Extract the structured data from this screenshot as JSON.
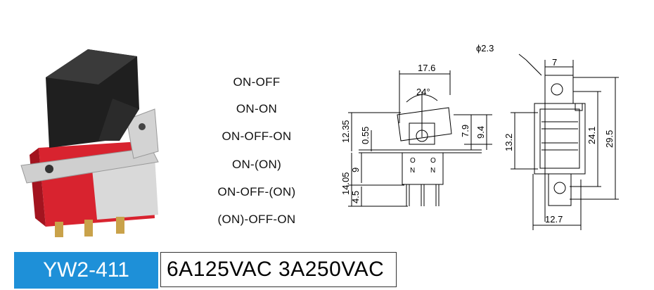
{
  "functions": [
    "ON-OFF",
    "ON-ON",
    "ON-OFF-ON",
    "ON-(ON)",
    "ON-OFF-(ON)",
    "(ON)-OFF-ON"
  ],
  "model": "YW2-411",
  "rating": "6A125VAC 3A250VAC",
  "dimensions": {
    "d_17_6": "17.6",
    "angle": "24°",
    "d_12_35": "12.35",
    "d_0_55": "0.55",
    "d_7_9": "7.9",
    "d_9_4": "9.4",
    "d_14_05": "14.05",
    "d_9": "9",
    "d_4_5": "4.5",
    "pin_o1": "O",
    "pin_n1": "N",
    "pin_o2": "O",
    "pin_n2": "N",
    "phi": "ϕ2.3",
    "d_7": "7",
    "d_13_2": "13.2",
    "d_24_1": "24.1",
    "d_29_5": "29.5",
    "d_12_7": "12.7"
  },
  "colors": {
    "model_bg": "#1e90d8",
    "rocker": "#1f1f1f",
    "housing": "#d8232f",
    "bracket": "#c9c9c9"
  }
}
